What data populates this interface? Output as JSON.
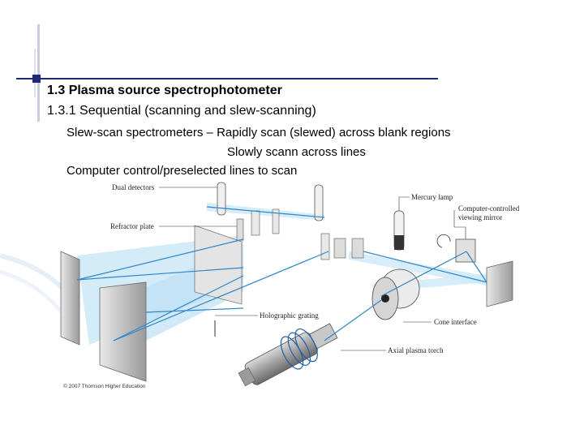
{
  "slide": {
    "title": "1.3 Plasma source spectrophotometer",
    "subtitle": "1.3.1 Sequential (scanning and slew-scanning)",
    "lines": [
      "Slew-scan spectrometers – Rapidly scan (slewed) across blank regions",
      "Slowly scann across lines",
      "Computer control/preselected lines to scan"
    ]
  },
  "diagram": {
    "labels": {
      "dual_detectors": "Dual detectors",
      "refractor_plate": "Refractor plate",
      "holographic_grating": "Holographic grating",
      "mercury_lamp": "Mercury lamp",
      "viewing_mirror_line1": "Computer-controlled",
      "viewing_mirror_line2": "viewing mirror",
      "cone_interface": "Cone interface",
      "axial_plasma_torch": "Axial plasma torch"
    },
    "copyright": "© 2007 Thomson Higher Education"
  },
  "colors": {
    "accent": "#1e2a78",
    "beam": "#3a8fd0",
    "beam_fill": "#bfe0f5"
  }
}
